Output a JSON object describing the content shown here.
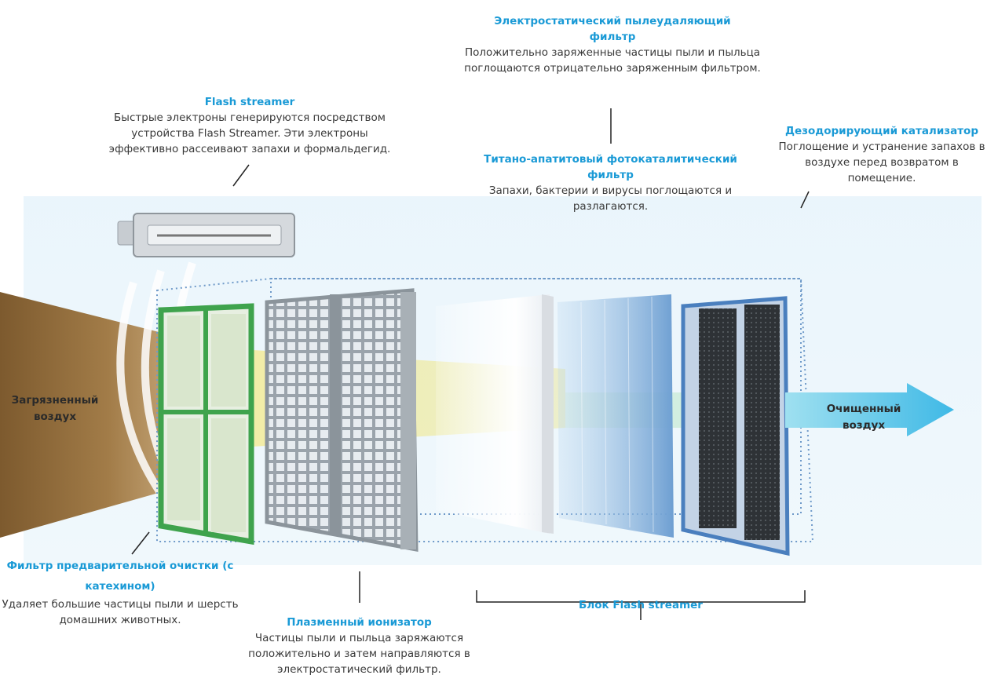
{
  "labels": {
    "electrostatic": {
      "title": "Электростатический пылеудаляющий фильтр",
      "desc": "Положительно заряженные частицы пыли и пыльца поглощаются отрицательно заряженным фильтром."
    },
    "flash": {
      "title": "Flash streamer",
      "desc": "Быстрые электроны генерируются посредством устройства Flash Streamer. Эти электроны эффективно рассеивают запахи и формальдегид."
    },
    "titanium": {
      "title": "Титано-апатитовый фотокаталитический фильтр",
      "desc": "Запахи, бактерии и вирусы поглощаются и разлагаются."
    },
    "deodor": {
      "title": "Дезодорирующий катализатор",
      "desc": "Поглощение и устранение запахов в воздухе перед возвратом в помещение."
    },
    "prefilter": {
      "title": "Фильтр предварительной очистки (с катехином)",
      "desc": "Удаляет большие частицы пыли и шерсть домашних животных."
    },
    "plasma": {
      "title": "Плазменный ионизатор",
      "desc": "Частицы пыли и пыльца заряжаются положительно и затем направляются в электростатический фильтр."
    },
    "block": {
      "title": "Блок Flash streamer"
    }
  },
  "dirty_air": "Загрязненный воздух",
  "clean_air": "Очищенный воздух",
  "colors": {
    "accent": "#1a9ad6",
    "dirty_air": "#a07a45",
    "clean_air": "#5cc8e8",
    "prefilter": "#3fa34d"
  }
}
